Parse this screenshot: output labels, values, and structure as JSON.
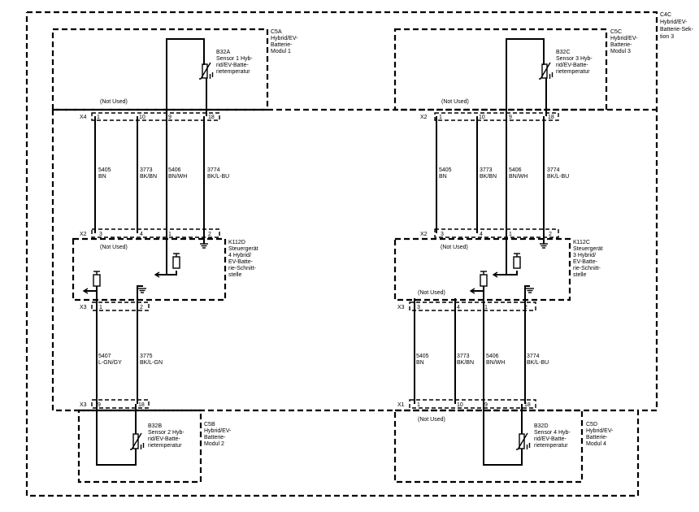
{
  "section": {
    "code": "C4C",
    "l1": "Hybrid/EV-",
    "l2": "Batterie-Sek-",
    "l3": "tion 3"
  },
  "not_used": "(Not Used)",
  "modules": {
    "c5a": {
      "code": "C5A",
      "l1": "Hybrid/EV-",
      "l2": "Batterie-",
      "l3": "Modul 1"
    },
    "c5b": {
      "code": "C5B",
      "l1": "Hybrid/EV-",
      "l2": "Batterie-",
      "l3": "Modul 2"
    },
    "c5c": {
      "code": "C5C",
      "l1": "Hybrid/EV-",
      "l2": "Batterie-",
      "l3": "Modul 3"
    },
    "c5d": {
      "code": "C5D",
      "l1": "Hybrid/EV-",
      "l2": "Batterie-",
      "l3": "Modul 4"
    }
  },
  "sensors": {
    "b32a": {
      "code": "B32A",
      "l1": "Sensor 1 Hyb-",
      "l2": "rid/EV-Batte-",
      "l3": "rietemperatur"
    },
    "b32b": {
      "code": "B32B",
      "l1": "Sensor 2 Hyb-",
      "l2": "rid/EV-Batte-",
      "l3": "rietemperatur"
    },
    "b32c": {
      "code": "B32C",
      "l1": "Sensor 3 Hyb-",
      "l2": "rid/EV-Batte-",
      "l3": "rietemperatur"
    },
    "b32d": {
      "code": "B32D",
      "l1": "Sensor 4 Hyb-",
      "l2": "rid/EV-Batte-",
      "l3": "rietemperatur"
    }
  },
  "controllers": {
    "k112d": {
      "code": "K112D",
      "l1": "Steuergerät",
      "l2": "4 Hybrid/",
      "l3": "EV-Batte-",
      "l4": "rie-Schnitt-",
      "l5": "stelle"
    },
    "k112c": {
      "code": "K112C",
      "l1": "Steuergerät",
      "l2": "3 Hybrid/",
      "l3": "EV-Batte-",
      "l4": "rie-Schnitt-",
      "l5": "stelle"
    }
  },
  "connectors": {
    "x1": "X1",
    "x2": "X2",
    "x3": "X3",
    "x4": "X4"
  },
  "pins": {
    "p1": "1",
    "p2": "2",
    "p3": "3",
    "p4": "4",
    "p9": "9",
    "p10": "10",
    "p18": "18"
  },
  "wires": {
    "w5405": {
      "num": "5405",
      "color": "BN"
    },
    "w3773": {
      "num": "3773",
      "color": "BK/BN"
    },
    "w5406": {
      "num": "5406",
      "color": "BN/WH"
    },
    "w3774": {
      "num": "3774",
      "color": "BK/L-BU"
    },
    "w5407": {
      "num": "5407",
      "color": "L-GN/GY"
    },
    "w3775": {
      "num": "3775",
      "color": "BK/L-GN"
    }
  }
}
